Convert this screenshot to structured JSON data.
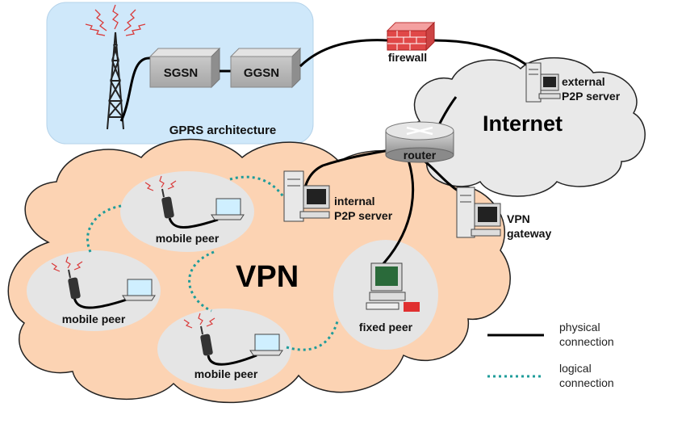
{
  "gprs": {
    "title": "GPRS architecture",
    "sgsn": "SGSN",
    "ggsn": "GGSN"
  },
  "firewall": {
    "label": "firewall"
  },
  "internet": {
    "title": "Internet",
    "external_server": {
      "line1": "external",
      "line2": "P2P server"
    },
    "router": "router"
  },
  "vpn": {
    "title": "VPN",
    "internal_server": {
      "line1": "internal",
      "line2": "P2P server"
    },
    "gateway": {
      "line1": "VPN",
      "line2": "gateway"
    },
    "peers": {
      "mobile_top": "mobile peer",
      "mobile_left": "mobile peer",
      "mobile_bottom": "mobile peer",
      "fixed": "fixed peer"
    }
  },
  "legend": {
    "physical": {
      "line1": "physical",
      "line2": "connection"
    },
    "logical": {
      "line1": "logical",
      "line2": "connection"
    }
  },
  "colors": {
    "gprs_bg": "#cfe8fa",
    "vpn_cloud": "#fcd3b3",
    "internet_cloud": "#e9e9e9",
    "peer_bubble": "#e5e5e5",
    "logical_line": "#1f9c9a",
    "physical_line": "#000000"
  }
}
